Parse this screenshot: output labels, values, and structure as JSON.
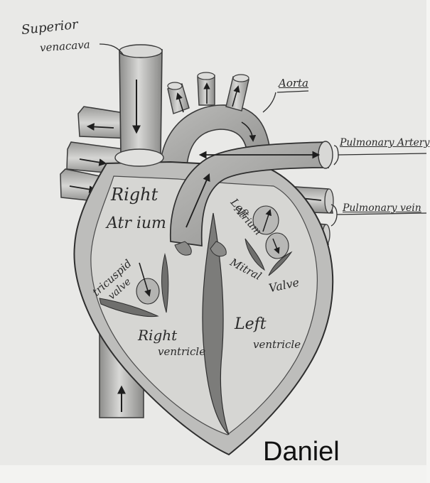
{
  "labels": {
    "superior_venacava_1": "Superior",
    "superior_venacava_2": "venacava",
    "aorta": "Aorta",
    "pulmonary_artery": "Pulmonary Artery",
    "pulmonary_vein": "Pulmonary vein",
    "right_atrium_1": "Right",
    "right_atrium_2": "Atr ium",
    "left_atrium_1": "Left",
    "left_atrium_2": "Atrium",
    "tricuspid_1": "tricuspid",
    "tricuspid_2": "valve",
    "mitral": "Mitral",
    "valve": "Valve",
    "right_ventricle_1": "Right",
    "right_ventricle_2": "ventricle",
    "left_ventricle_1": "Left",
    "left_ventricle_2": "ventricle"
  },
  "signature": "Daniel",
  "colors": {
    "paper": "#e9e9e7",
    "pencil": "#3a3a3a",
    "shade": "#9a9a98"
  }
}
